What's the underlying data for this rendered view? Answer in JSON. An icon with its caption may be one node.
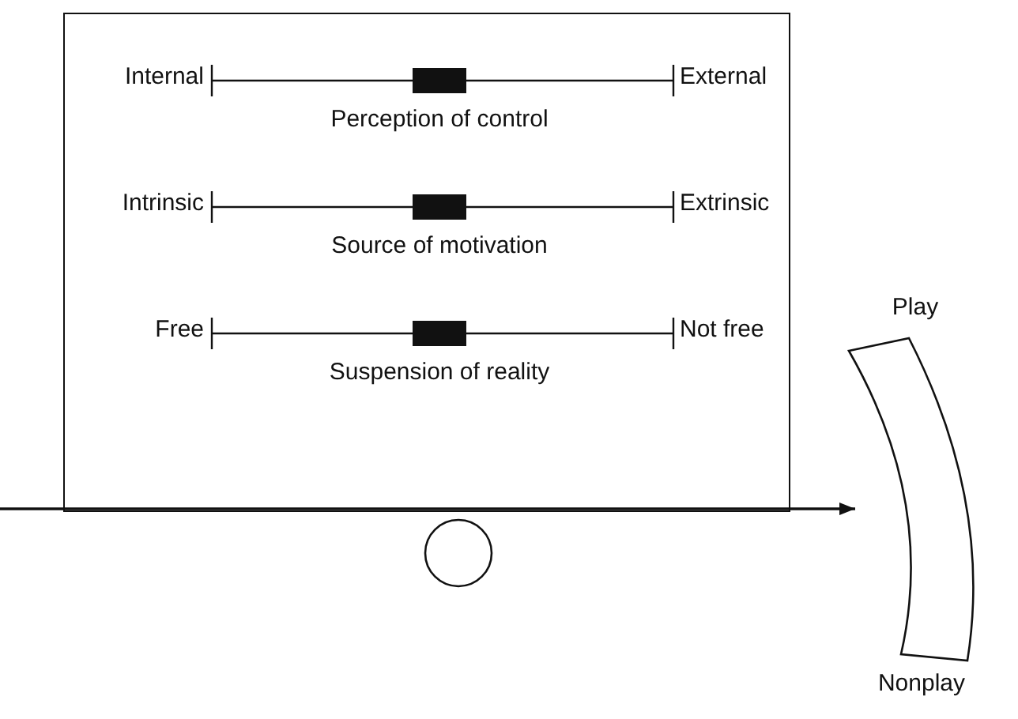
{
  "diagram": {
    "nodes": [
      {
        "text": [
          "Internal",
          "External",
          "Perception of control",
          "Intrinsic",
          "Extrinsic",
          "Source of motivation",
          "Free",
          "Not free",
          "Suspension of reality"
        ]
      },
      {
        "text": [],
        "shape": "circle"
      },
      {
        "text": [],
        "shape": "bar",
        "beside": [
          "Play",
          "Nonplay"
        ]
      }
    ]
  }
}
